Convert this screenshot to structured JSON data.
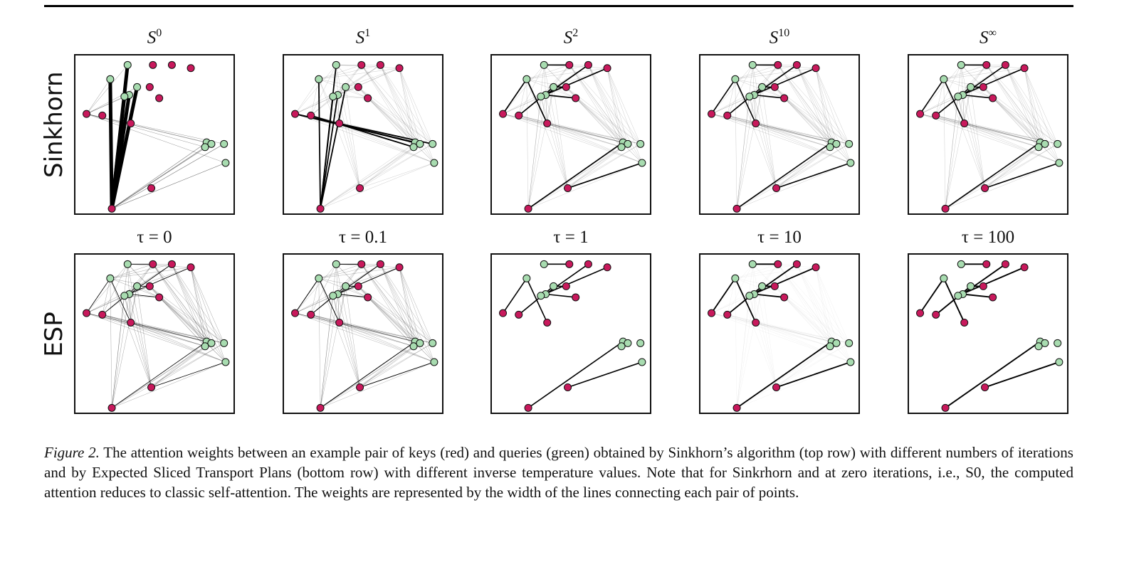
{
  "row_labels": [
    "Sinkhorn",
    "ESP"
  ],
  "columns": {
    "sinkhorn": [
      "S^0",
      "S^1",
      "S^2",
      "S^10",
      "S^∞"
    ],
    "esp": [
      "τ = 0",
      "τ = 0.1",
      "τ = 1",
      "τ = 10",
      "τ = 100"
    ]
  },
  "caption": {
    "lead": "Figure 2.",
    "text": "The attention weights between an example pair of keys (red) and queries (green) obtained by Sinkhorn’s algorithm (top row) with different numbers of iterations and by Expected Sliced Transport Plans (bottom row) with different inverse temperature values. Note that for Sinkrhorn and at zero iterations, i.e., S0, the computed attention reduces to classic self-attention. The weights are represented by the width of the lines connecting each pair of points."
  },
  "colors": {
    "key": "#c8195c",
    "query": "#a8dcb0",
    "edge": "#000000"
  },
  "keys": [
    [
      0.07,
      0.37
    ],
    [
      0.17,
      0.38
    ],
    [
      0.49,
      0.06
    ],
    [
      0.61,
      0.06
    ],
    [
      0.73,
      0.08
    ],
    [
      0.47,
      0.2
    ],
    [
      0.53,
      0.27
    ],
    [
      0.35,
      0.43
    ],
    [
      0.48,
      0.84
    ],
    [
      0.23,
      0.97
    ]
  ],
  "queries": [
    [
      0.33,
      0.06
    ],
    [
      0.22,
      0.15
    ],
    [
      0.39,
      0.2
    ],
    [
      0.34,
      0.25
    ],
    [
      0.31,
      0.26
    ],
    [
      0.83,
      0.55
    ],
    [
      0.86,
      0.56
    ],
    [
      0.82,
      0.58
    ],
    [
      0.94,
      0.56
    ],
    [
      0.95,
      0.68
    ]
  ]
}
